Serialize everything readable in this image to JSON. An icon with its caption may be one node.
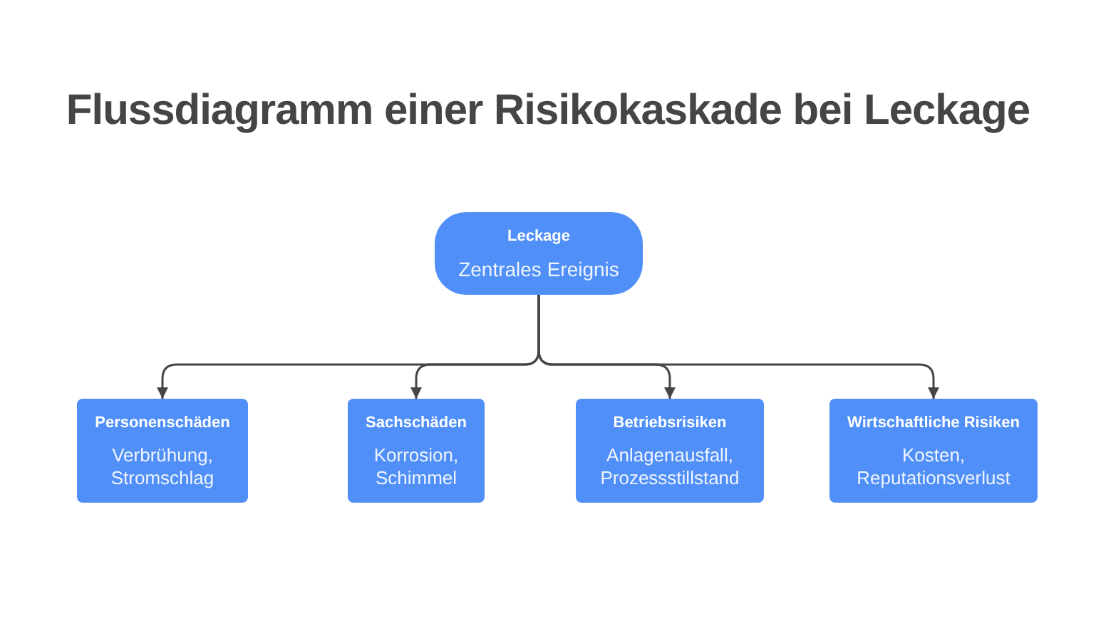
{
  "diagram": {
    "title": "Flussdiagramm einer Risikokaskade bei Leckage",
    "nodes": [
      {
        "text": [
          "Leckage",
          "Zentrales Ereignis"
        ]
      },
      {
        "text": [
          "Personenschäden",
          "Verbrühung, Stromschlag"
        ]
      },
      {
        "text": [
          "Sachschäden",
          "Korrosion, Schimmel"
        ]
      },
      {
        "text": [
          "Betriebsrisiken",
          "Anlagenausfall, Prozessstillstand"
        ]
      },
      {
        "text": [
          "Wirtschaftliche Risiken",
          "Kosten, Reputationsverlust"
        ]
      }
    ],
    "edges": [
      {
        "from": 0,
        "to": 1,
        "arrow": "to"
      },
      {
        "from": 0,
        "to": 2,
        "arrow": "to"
      },
      {
        "from": 0,
        "to": 3,
        "arrow": "to"
      },
      {
        "from": 0,
        "to": 4,
        "arrow": "to"
      }
    ]
  }
}
